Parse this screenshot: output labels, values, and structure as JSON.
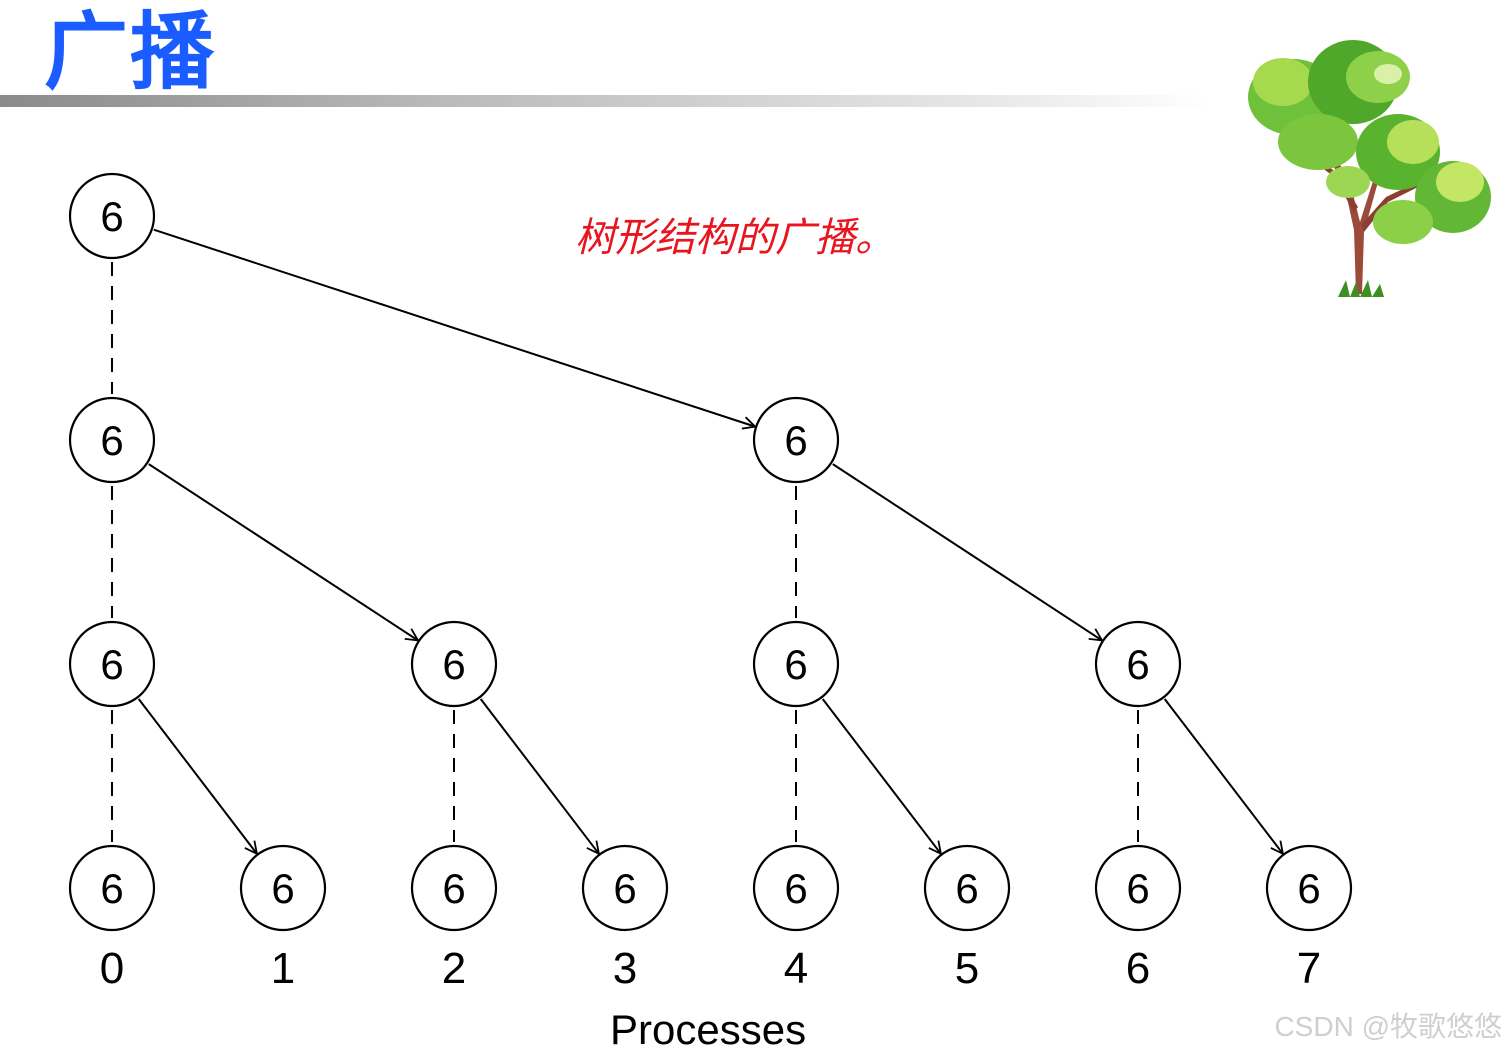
{
  "title": "广播",
  "caption": "树形结构的广播。",
  "axis_label": "Processes",
  "watermark": "CSDN @牧歌悠悠",
  "node_value": "6",
  "levels": [
    [
      0
    ],
    [
      0,
      4
    ],
    [
      0,
      2,
      4,
      6
    ],
    [
      0,
      1,
      2,
      3,
      4,
      5,
      6,
      7
    ]
  ],
  "edges": [
    {
      "from": 0,
      "to": 4,
      "from_level": 0,
      "to_level": 1
    },
    {
      "from": 0,
      "to": 2,
      "from_level": 1,
      "to_level": 2
    },
    {
      "from": 4,
      "to": 6,
      "from_level": 1,
      "to_level": 2
    },
    {
      "from": 0,
      "to": 1,
      "from_level": 2,
      "to_level": 3
    },
    {
      "from": 2,
      "to": 3,
      "from_level": 2,
      "to_level": 3
    },
    {
      "from": 4,
      "to": 5,
      "from_level": 2,
      "to_level": 3
    },
    {
      "from": 6,
      "to": 7,
      "from_level": 2,
      "to_level": 3
    }
  ],
  "process_labels": [
    "0",
    "1",
    "2",
    "3",
    "4",
    "5",
    "6",
    "7"
  ],
  "colors": {
    "title": "#1a5cff",
    "caption": "#e8141e",
    "node_stroke": "#000000",
    "watermark": "#cfcfcf"
  },
  "icons": [
    "tree-illustration"
  ]
}
